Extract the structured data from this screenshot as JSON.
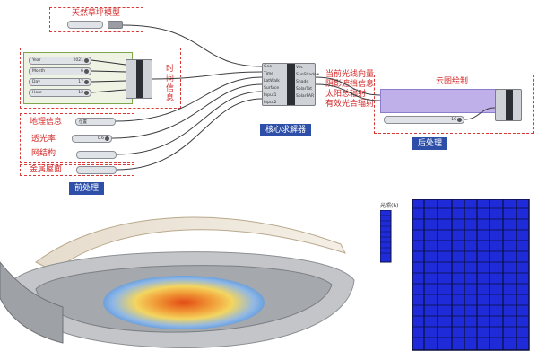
{
  "labels": {
    "param_model": "天然草坪模型",
    "time_info": "时间信息",
    "geo_info": "地理信息",
    "transmittance": "透光率",
    "net_structure": "网结构",
    "metal_roof": "金属屋面",
    "cloud_draw": "云图绘制",
    "output_info": [
      "当前光线向量",
      "阴影遮挡信息",
      "太阳总辐射",
      "有效光合辐射"
    ]
  },
  "buttons": {
    "pre_process": "前处理",
    "core_solver": "核心求解器",
    "post_process": "后处理"
  },
  "sliders": {
    "year": {
      "label": "Year",
      "value": "2021"
    },
    "month": {
      "label": "Month",
      "value": "6"
    },
    "day": {
      "label": "Day",
      "value": "17"
    },
    "hour": {
      "label": "Hour",
      "value": "12"
    },
    "transmittance": {
      "label": "",
      "value": "0.6"
    },
    "cloud": {
      "label": "",
      "value": "10"
    }
  },
  "geo_panel": "位置",
  "solver": {
    "inputs": [
      "Geo",
      "Time",
      "LatWalk",
      "Surface",
      "Input1",
      "Input2"
    ],
    "outputs": [
      "Vec",
      "SunShadow",
      "Shade",
      "SolarTot",
      "SolarPAR"
    ],
    "title": "核心求解器"
  },
  "legend": {
    "title": "光照(h)"
  },
  "colors": {
    "accent_red": "#d42a2a",
    "button_blue": "#2d4fa8",
    "grid_blue": "#1f2bd8",
    "grid_line": "#0b0f3a"
  }
}
